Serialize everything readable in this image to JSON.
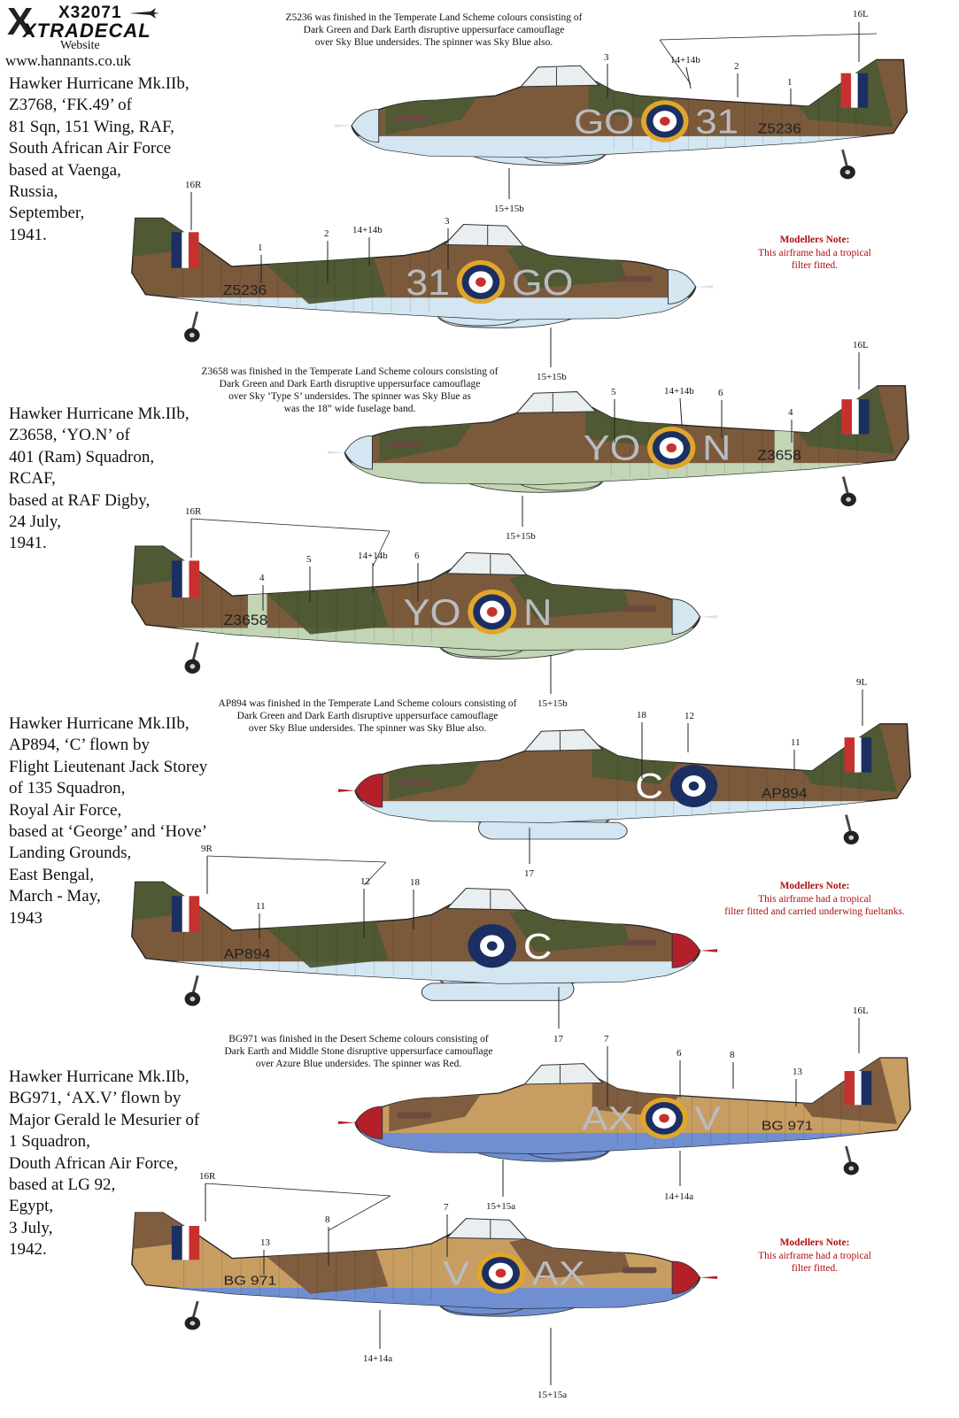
{
  "header": {
    "product_code": "X32071",
    "brand": "XTRADECAL",
    "website_label": "Website",
    "website_url": "www.hannants.co.uk"
  },
  "colors": {
    "dark_green": "#4d5a34",
    "dark_earth": "#7b5a3c",
    "middle_stone": "#c79d62",
    "sky_blue": "#d3e6f2",
    "sky_type_s": "#c2d5b5",
    "azure_blue": "#6f8fd1",
    "spinner_red": "#b4202a",
    "roundel_blue": "#1c2f62",
    "roundel_yellow": "#e0a62a",
    "roundel_red": "#c8302e",
    "code_grey": "#b9bcc0",
    "note_red": "#b01010"
  },
  "aircraft": [
    {
      "description": [
        "Hawker Hurricane Mk.IIb,",
        "Z3768, ‘FK.49’ of",
        "81 Sqn, 151 Wing, RAF,",
        "South African Air Force",
        "based at Vaenga,",
        "Russia,",
        "September,",
        "1941."
      ],
      "scheme_note": [
        "Z5236 was finished in the Temperate Land Scheme colours consisting of",
        "Dark Green and Dark Earth disruptive uppersurface camouflage",
        "over Sky Blue undersides. The spinner was Sky Blue also."
      ],
      "modellers_note": {
        "title": "Modellers Note:",
        "lines": [
          "This airframe had a tropical",
          "filter fitted."
        ]
      },
      "serial": "Z5236",
      "code_left": "GO",
      "code_right": "31",
      "callouts_top": [
        "16L",
        "3",
        "14+14b",
        "2",
        "1",
        "15+15b"
      ],
      "callouts_bottom": [
        "16R",
        "1",
        "2",
        "14+14b",
        "3",
        "15+15b"
      ]
    },
    {
      "description": [
        "Hawker Hurricane Mk.IIb,",
        "Z3658, ‘YO.N’ of",
        "401 (Ram) Squadron,",
        "RCAF,",
        "based at RAF Digby,",
        "24 July,",
        "1941."
      ],
      "scheme_note": [
        "Z3658 was finished in the Temperate Land Scheme colours consisting of",
        "Dark Green and Dark Earth disruptive uppersurface camouflage",
        "over Sky ‘Type S’ undersides. The spinner was Sky Blue as",
        "was the 18” wide fuselage band."
      ],
      "serial": "Z3658",
      "code_left": "YO",
      "code_right": "N",
      "callouts_top": [
        "16L",
        "5",
        "14+14b",
        "6",
        "4",
        "15+15b"
      ],
      "callouts_bottom": [
        "16R",
        "5",
        "14+14b",
        "6",
        "4",
        "15+15b"
      ]
    },
    {
      "description": [
        "Hawker Hurricane Mk.IIb,",
        "AP894, ‘C’ flown by",
        "Flight Lieutenant Jack Storey",
        "of 135 Squadron,",
        "Royal Air Force,",
        "based at ‘George’ and ‘Hove’",
        "Landing Grounds,",
        "East Bengal,",
        "March - May,",
        "1943"
      ],
      "scheme_note": [
        "AP894 was finished in the Temperate Land Scheme colours consisting of",
        "Dark Green and Dark Earth disruptive uppersurface camouflage",
        "over Sky Blue undersides. The spinner was Sky Blue also."
      ],
      "modellers_note": {
        "title": "Modellers Note:",
        "lines": [
          "This airframe had a tropical",
          "filter fitted and carried underwing fueltanks."
        ]
      },
      "serial": "AP894",
      "code_left": "C",
      "code_right": "",
      "callouts_top": [
        "9L",
        "18",
        "12",
        "11",
        "17"
      ],
      "callouts_bottom": [
        "9R",
        "11",
        "12",
        "18",
        "17"
      ]
    },
    {
      "description": [
        "Hawker Hurricane Mk.IIb,",
        "BG971, ‘AX.V’ flown by",
        "Major Gerald le Mesurier of",
        "1 Squadron,",
        "Douth African Air Force,",
        "based at LG 92,",
        "Egypt,",
        "3 July,",
        "1942."
      ],
      "scheme_note": [
        "BG971 was finished in the Desert Scheme colours consisting of",
        "Dark Earth and Middle Stone disruptive uppersurface camouflage",
        "over Azure Blue undersides. The spinner was Red."
      ],
      "modellers_note": {
        "title": "Modellers Note:",
        "lines": [
          "This airframe had a tropical",
          "filter fitted."
        ]
      },
      "serial": "BG 971",
      "code_left": "AX",
      "code_right": "V",
      "callouts_top": [
        "16L",
        "7",
        "6",
        "8",
        "13",
        "15+15a",
        "14+14a"
      ],
      "callouts_bottom": [
        "16R",
        "8",
        "7",
        "13",
        "14+14a",
        "15+15a"
      ]
    }
  ]
}
